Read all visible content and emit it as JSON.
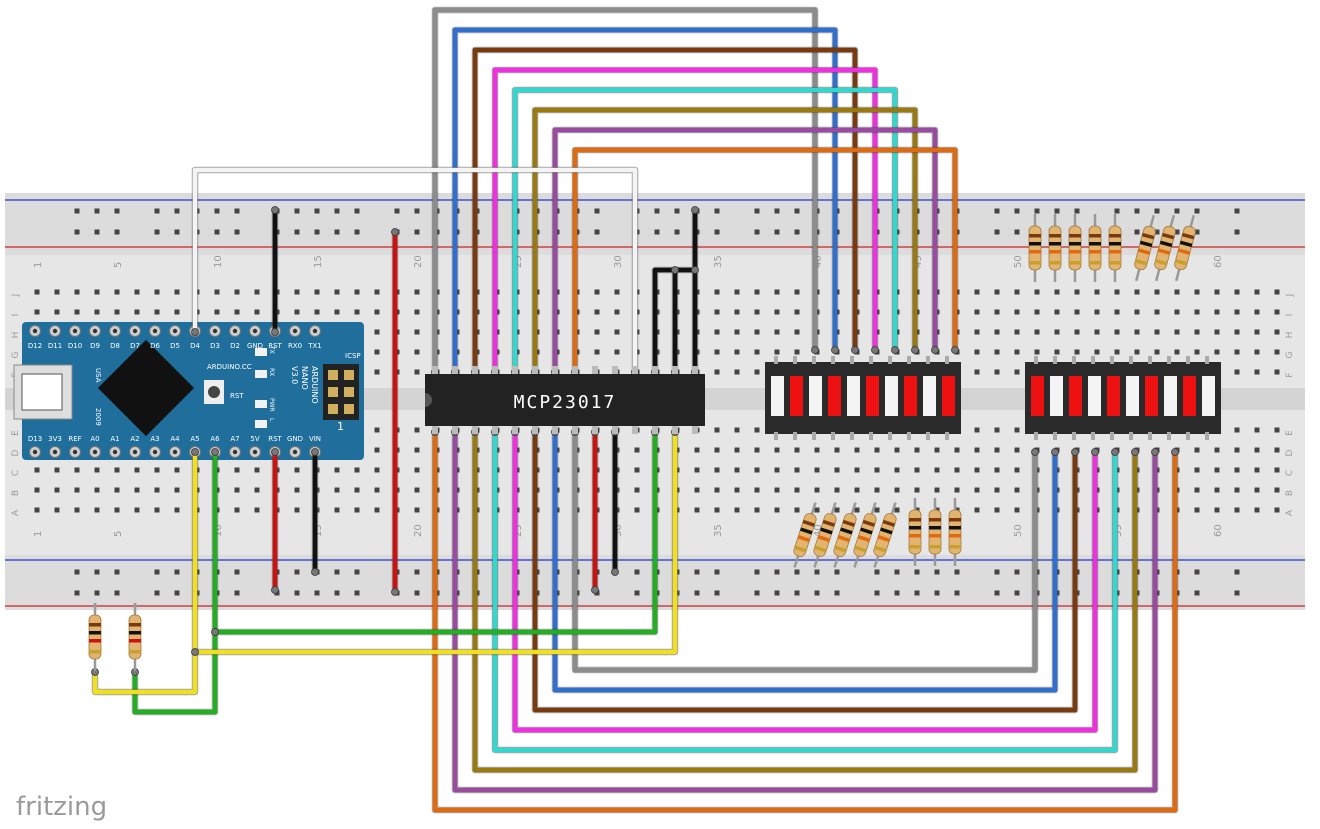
{
  "watermark": "fritzing",
  "breadboard": {
    "column_numbers": [
      "1",
      "5",
      "10",
      "15",
      "20",
      "25",
      "30",
      "35",
      "40",
      "45",
      "50",
      "55",
      "60"
    ],
    "row_letters_top": [
      "J",
      "I",
      "H",
      "G",
      "F"
    ],
    "row_letters_bottom": [
      "E",
      "D",
      "C",
      "B",
      "A"
    ]
  },
  "arduino": {
    "top_pins": [
      "D12",
      "D11",
      "D10",
      "D9",
      "D8",
      "D7",
      "D6",
      "D5",
      "D4",
      "D3",
      "D2",
      "GND",
      "RST",
      "RX0",
      "TX1"
    ],
    "bottom_pins": [
      "D13",
      "3V3",
      "REF",
      "A0",
      "A1",
      "A2",
      "A3",
      "A4",
      "A5",
      "A6",
      "A7",
      "5V",
      "RST",
      "GND",
      "VIN"
    ],
    "brand": "ARDUINO.CC",
    "model_lines": [
      "ARDUINO",
      "NANO",
      "V3.0"
    ],
    "usa": "USA",
    "year": "2009",
    "icsp": "ICSP",
    "rst": "RST",
    "leds": [
      "TX",
      "RX",
      "PWR",
      "L"
    ],
    "one": "1"
  },
  "chip": {
    "label": "MCP23017"
  },
  "colors": {
    "gray": "#8c8c8c",
    "blue": "#2f6fd0",
    "brown": "#7a3a10",
    "magenta": "#f030e0",
    "cyan": "#30d8d0",
    "olive": "#9a7a10",
    "purple": "#9a4aa0",
    "orange": "#e06a10",
    "red": "#cc1111",
    "black": "#111111",
    "white": "#f4f4f4",
    "green": "#22b022",
    "yellow": "#f0e020"
  }
}
